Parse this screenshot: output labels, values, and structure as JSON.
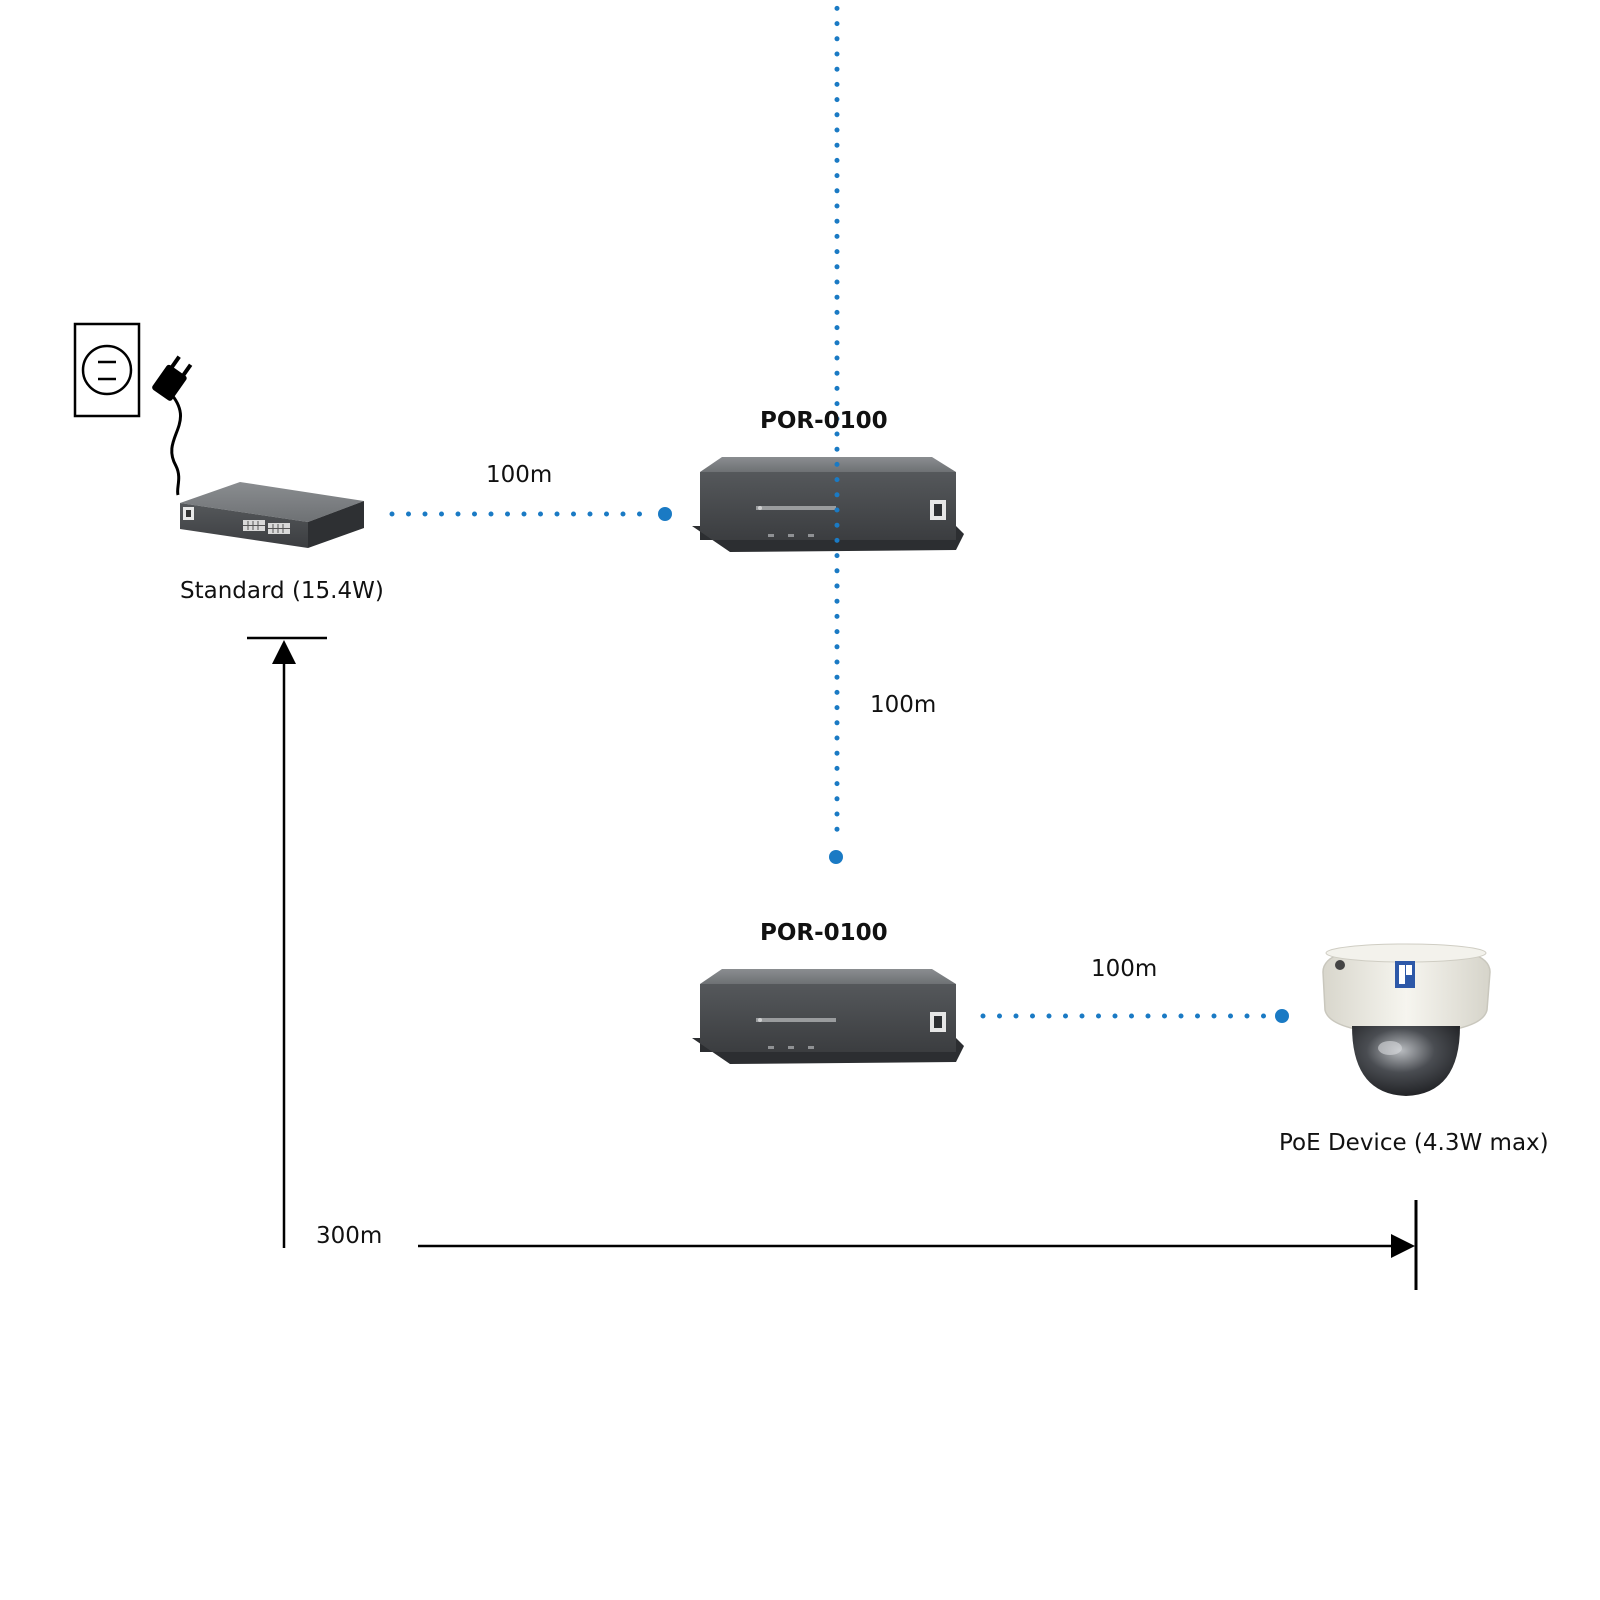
{
  "labels": {
    "source_device": "Standard (15.4W)",
    "repeater_1": "POR-0100",
    "repeater_2": "POR-0100",
    "end_device": "PoE Device (4.3W max)",
    "segment_1": "100m",
    "segment_2": "100m",
    "segment_3": "100m",
    "total_distance": "300m"
  },
  "colors": {
    "link": "#1a7ac4",
    "line": "#000000",
    "device_body": "#5a5c5f",
    "camera_body": "#ecebe3"
  },
  "icons": {
    "outlet": "power-outlet-icon",
    "plug": "power-plug-icon",
    "switch": "poe-switch-icon",
    "repeater": "poe-repeater-icon",
    "camera": "dome-camera-icon"
  }
}
